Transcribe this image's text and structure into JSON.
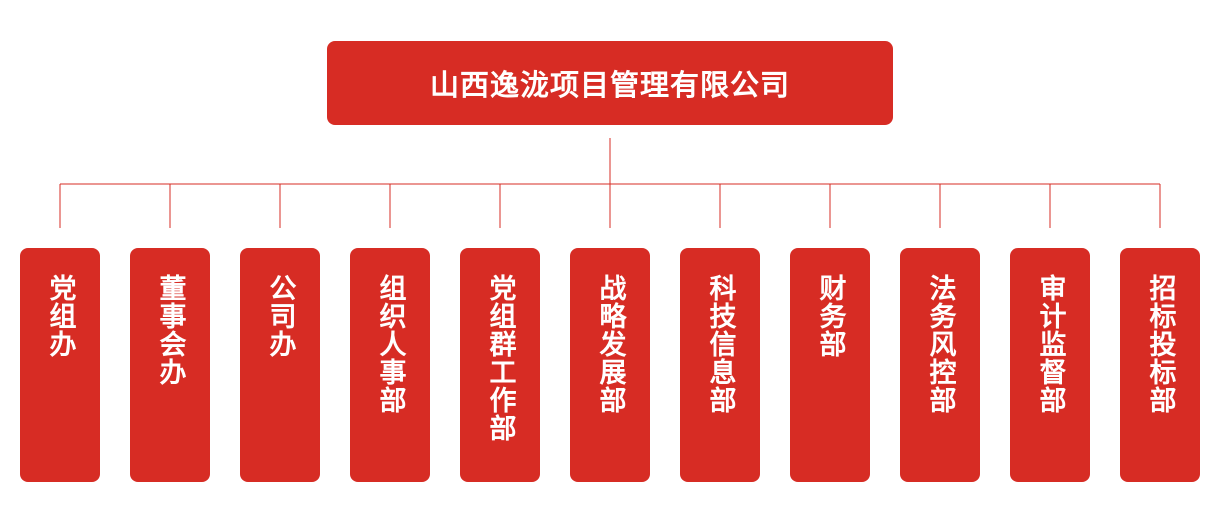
{
  "company": {
    "name": "山西逸泷项目管理有限公司"
  },
  "departments": [
    {
      "label": "党组办"
    },
    {
      "label": "董事会办"
    },
    {
      "label": "公司办"
    },
    {
      "label": "组织人事部"
    },
    {
      "label": "党组群工作部"
    },
    {
      "label": "战略发展部"
    },
    {
      "label": "科技信息部"
    },
    {
      "label": "财务部"
    },
    {
      "label": "法务风控部"
    },
    {
      "label": "审计监督部"
    },
    {
      "label": "招标投标部"
    }
  ],
  "colors": {
    "box_fill": "#d72c24",
    "line": "#d72c24",
    "text": "#ffffff"
  }
}
